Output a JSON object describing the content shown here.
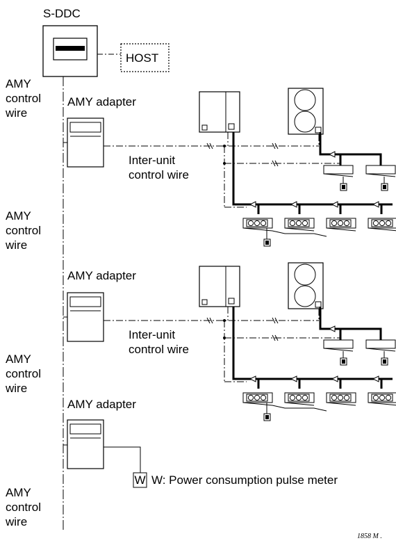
{
  "labels": {
    "sddc": "S-DDC",
    "host": "HOST",
    "amy_control_wire_lines": [
      "AMY",
      "control",
      "wire"
    ],
    "amy_adapter": "AMY adapter",
    "inter_unit_lines": [
      "Inter-unit",
      "control wire"
    ],
    "meter_symbol": "W",
    "meter_legend": "W: Power consumption pulse meter"
  },
  "figure_code": "1858 M ."
}
